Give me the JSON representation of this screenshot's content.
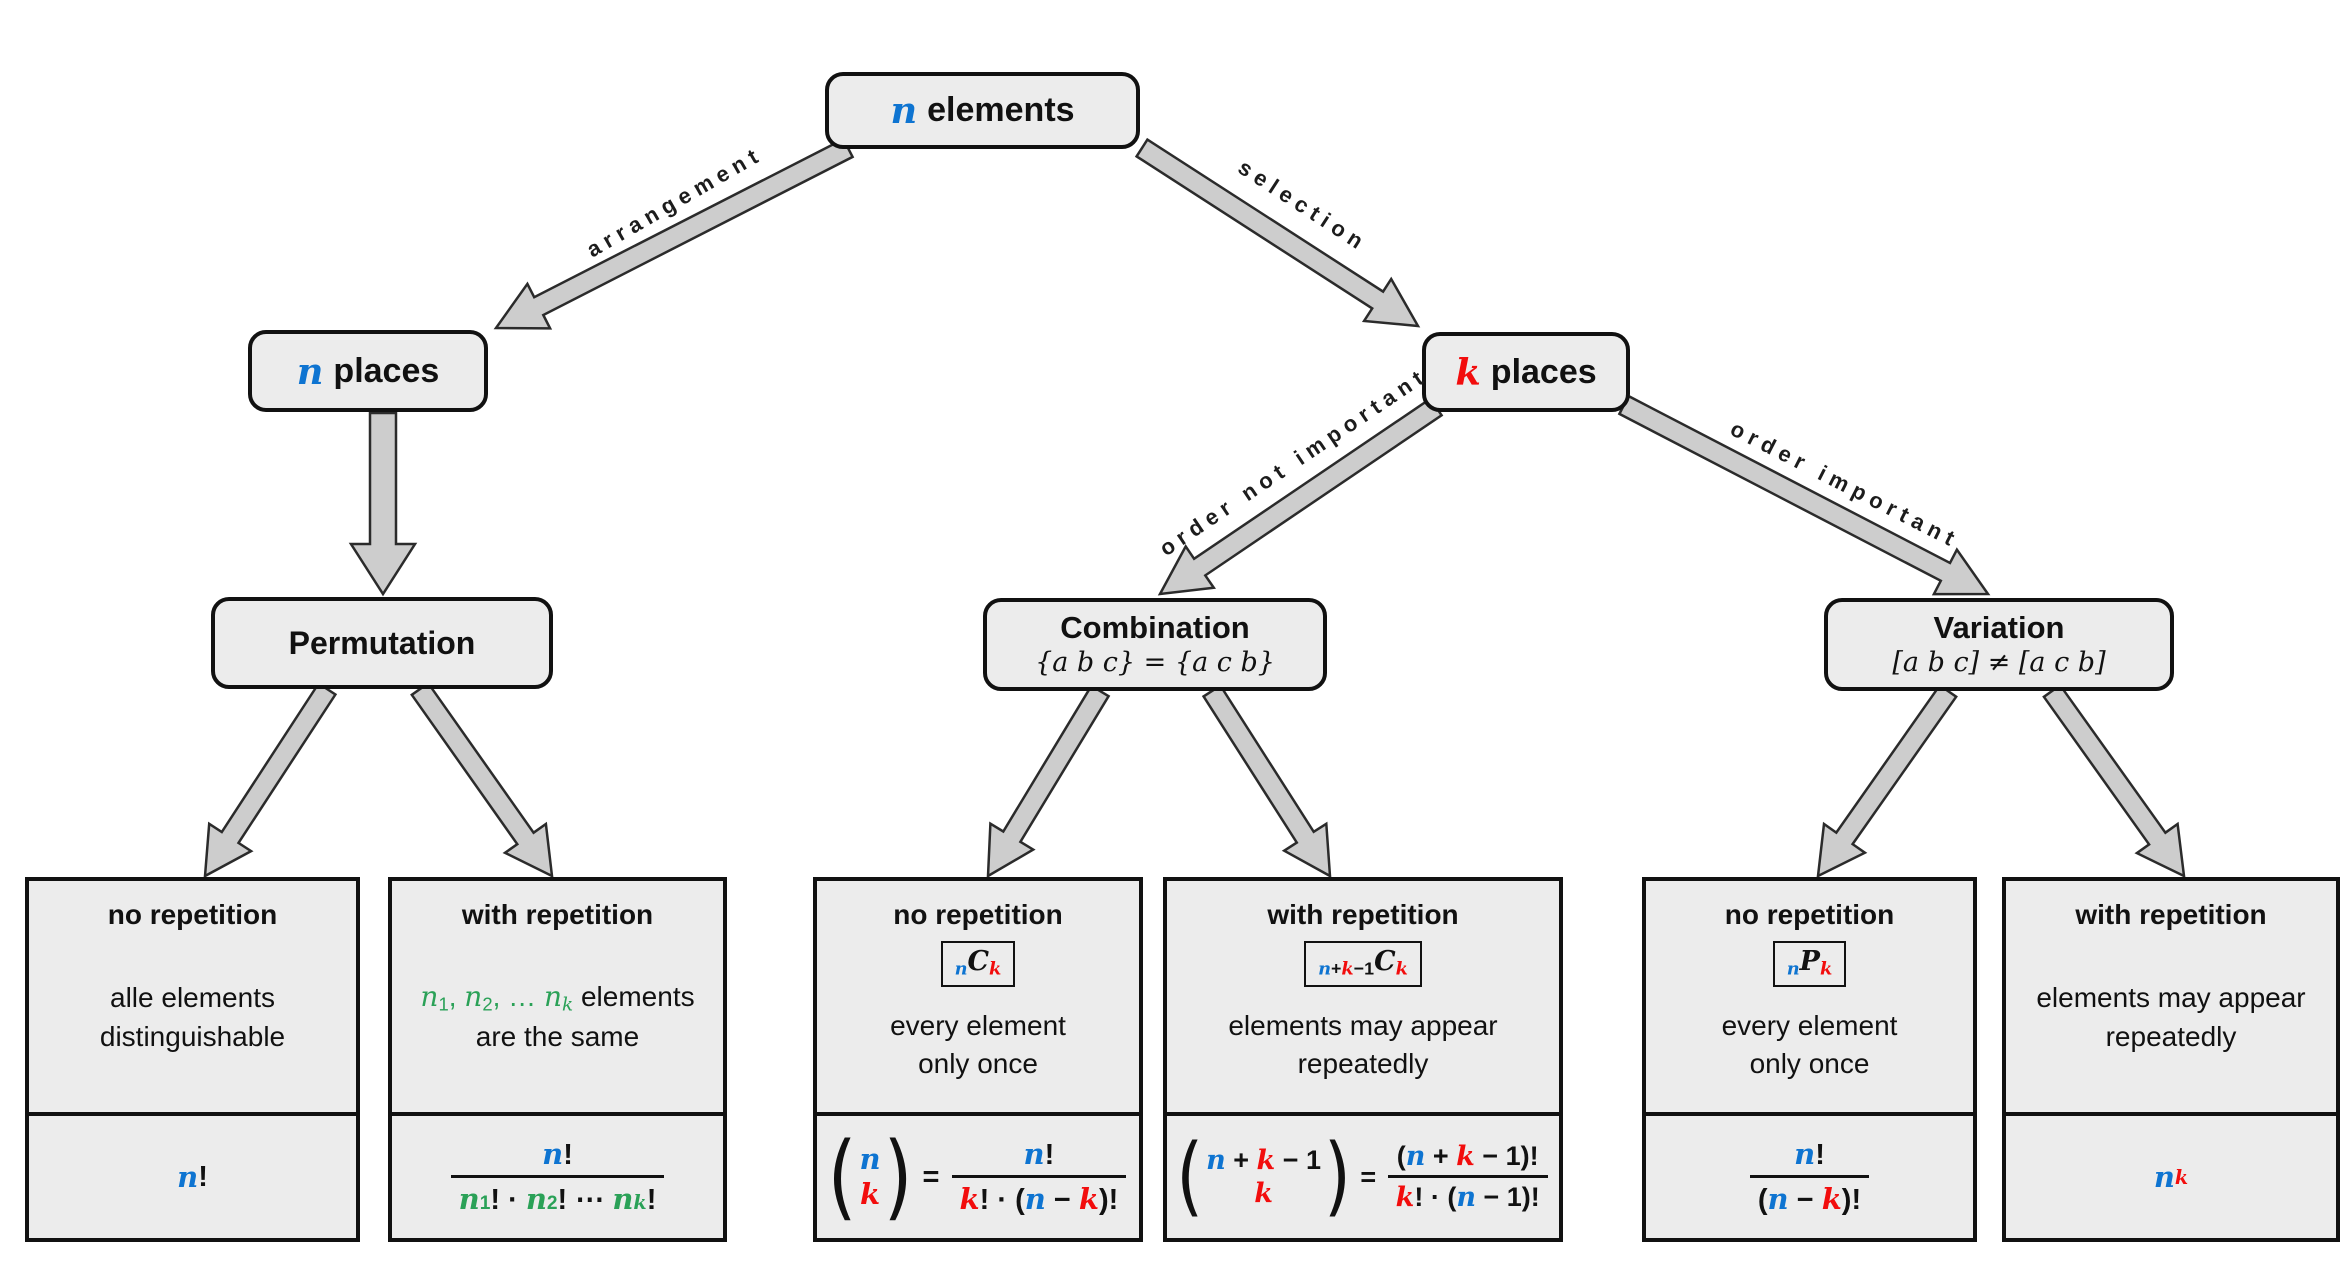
{
  "colors": {
    "blue": "#0e74d1",
    "red": "#f20d0d",
    "green": "#2aa157",
    "box_fill": "#ececec",
    "arrow_fill": "#cdcdcd",
    "border": "#111111"
  },
  "nodes": {
    "root": {
      "math": "n",
      "label": "elements"
    },
    "n_places": {
      "math": "n",
      "label": "places"
    },
    "k_places": {
      "math": "k",
      "label": "places"
    },
    "permutation": {
      "title": "Permutation"
    },
    "combination": {
      "title": "Combination",
      "subtitle": "{a b c} = {a c b}"
    },
    "variation": {
      "title": "Variation",
      "subtitle": "[a b c] ≠ [a c b]"
    }
  },
  "edge_labels": {
    "arrangement": "arrangement",
    "selection": "selection",
    "order_not_important": "order not important",
    "order_important": "order important"
  },
  "leaves": [
    {
      "title": "no repetition",
      "desc": [
        [
          {
            "t": "alle elements"
          }
        ],
        [
          {
            "t": "distinguishable"
          }
        ]
      ],
      "formula": [
        {
          "t": "n",
          "c": "b",
          "f": "m"
        },
        {
          "t": "!"
        }
      ]
    },
    {
      "title": "with repetition",
      "desc": [
        [
          {
            "t": "n",
            "c": "g",
            "f": "i"
          },
          {
            "t": "1",
            "c": "g",
            "v": "sub"
          },
          {
            "t": ", ",
            "c": "g"
          },
          {
            "t": "n",
            "c": "g",
            "f": "i"
          },
          {
            "t": "2",
            "c": "g",
            "v": "sub"
          },
          {
            "t": ", … ",
            "c": "g"
          },
          {
            "t": "n",
            "c": "g",
            "f": "i"
          },
          {
            "t": "k",
            "c": "g",
            "v": "sub",
            "f": "i"
          },
          {
            "t": " elements"
          }
        ],
        [
          {
            "t": "are the same"
          }
        ]
      ],
      "formula": [
        {
          "frac": {
            "n": [
              {
                "t": "n",
                "c": "b",
                "f": "m"
              },
              {
                "t": "!"
              }
            ],
            "d": [
              {
                "t": "n",
                "c": "g",
                "f": "m"
              },
              {
                "t": "1",
                "c": "g",
                "v": "sub"
              },
              {
                "t": "! · "
              },
              {
                "t": "n",
                "c": "g",
                "f": "m"
              },
              {
                "t": "2",
                "c": "g",
                "v": "sub"
              },
              {
                "t": "! ⋯ "
              },
              {
                "t": "n",
                "c": "g",
                "f": "m"
              },
              {
                "t": "k",
                "c": "g",
                "v": "sub",
                "f": "m"
              },
              {
                "t": "!"
              }
            ]
          }
        }
      ]
    },
    {
      "title": "no repetition",
      "badge": [
        {
          "t": "n",
          "c": "b",
          "v": "sub",
          "f": "m"
        },
        {
          "t": "C",
          "f": "m"
        },
        {
          "t": "k",
          "c": "r",
          "v": "sub",
          "f": "m"
        }
      ],
      "desc": [
        [
          {
            "t": "every element"
          }
        ],
        [
          {
            "t": "only once"
          }
        ]
      ],
      "formula": [
        {
          "binom": {
            "t": [
              {
                "t": "n",
                "c": "b",
                "f": "m"
              }
            ],
            "b": [
              {
                "t": "k",
                "c": "r",
                "f": "m"
              }
            ]
          }
        },
        {
          "t": " = "
        },
        {
          "frac": {
            "n": [
              {
                "t": "n",
                "c": "b",
                "f": "m"
              },
              {
                "t": "!"
              }
            ],
            "d": [
              {
                "t": "k",
                "c": "r",
                "f": "m"
              },
              {
                "t": "! · ("
              },
              {
                "t": "n",
                "c": "b",
                "f": "m"
              },
              {
                "t": " − "
              },
              {
                "t": "k",
                "c": "r",
                "f": "m"
              },
              {
                "t": ")!"
              }
            ]
          }
        }
      ]
    },
    {
      "title": "with repetition",
      "badge": [
        {
          "t": "n",
          "c": "b",
          "v": "sub",
          "f": "m"
        },
        {
          "t": "+",
          "v": "sub"
        },
        {
          "t": "k",
          "c": "r",
          "v": "sub",
          "f": "m"
        },
        {
          "t": "−1",
          "v": "sub"
        },
        {
          "t": "C",
          "f": "m"
        },
        {
          "t": "k",
          "c": "r",
          "v": "sub",
          "f": "m"
        }
      ],
      "desc": [
        [
          {
            "t": "elements may appear"
          }
        ],
        [
          {
            "t": "repeatedly"
          }
        ]
      ],
      "formula": [
        {
          "binom": {
            "t": [
              {
                "t": "n",
                "c": "b",
                "f": "m"
              },
              {
                "t": " + "
              },
              {
                "t": "k",
                "c": "r",
                "f": "m"
              },
              {
                "t": " − 1"
              }
            ],
            "b": [
              {
                "t": "k",
                "c": "r",
                "f": "m"
              }
            ]
          }
        },
        {
          "t": " = "
        },
        {
          "frac": {
            "n": [
              {
                "t": "("
              },
              {
                "t": "n",
                "c": "b",
                "f": "m"
              },
              {
                "t": " + "
              },
              {
                "t": "k",
                "c": "r",
                "f": "m"
              },
              {
                "t": " − 1)!"
              }
            ],
            "d": [
              {
                "t": "k",
                "c": "r",
                "f": "m"
              },
              {
                "t": "! · ("
              },
              {
                "t": "n",
                "c": "b",
                "f": "m"
              },
              {
                "t": " − 1)!"
              }
            ]
          }
        }
      ]
    },
    {
      "title": "no repetition",
      "badge": [
        {
          "t": "n",
          "c": "b",
          "v": "sub",
          "f": "m"
        },
        {
          "t": "P",
          "f": "m"
        },
        {
          "t": "k",
          "c": "r",
          "v": "sub",
          "f": "m"
        }
      ],
      "desc": [
        [
          {
            "t": "every element"
          }
        ],
        [
          {
            "t": "only once"
          }
        ]
      ],
      "formula": [
        {
          "frac": {
            "n": [
              {
                "t": "n",
                "c": "b",
                "f": "m"
              },
              {
                "t": "!"
              }
            ],
            "d": [
              {
                "t": "("
              },
              {
                "t": "n",
                "c": "b",
                "f": "m"
              },
              {
                "t": " − "
              },
              {
                "t": "k",
                "c": "r",
                "f": "m"
              },
              {
                "t": ")!"
              }
            ]
          }
        }
      ]
    },
    {
      "title": "with repetition",
      "desc": [
        [
          {
            "t": "elements may appear"
          }
        ],
        [
          {
            "t": "repeatedly"
          }
        ]
      ],
      "formula": [
        {
          "t": "n",
          "c": "b",
          "f": "m"
        },
        {
          "t": "k",
          "c": "r",
          "v": "sup",
          "f": "m"
        }
      ]
    }
  ]
}
